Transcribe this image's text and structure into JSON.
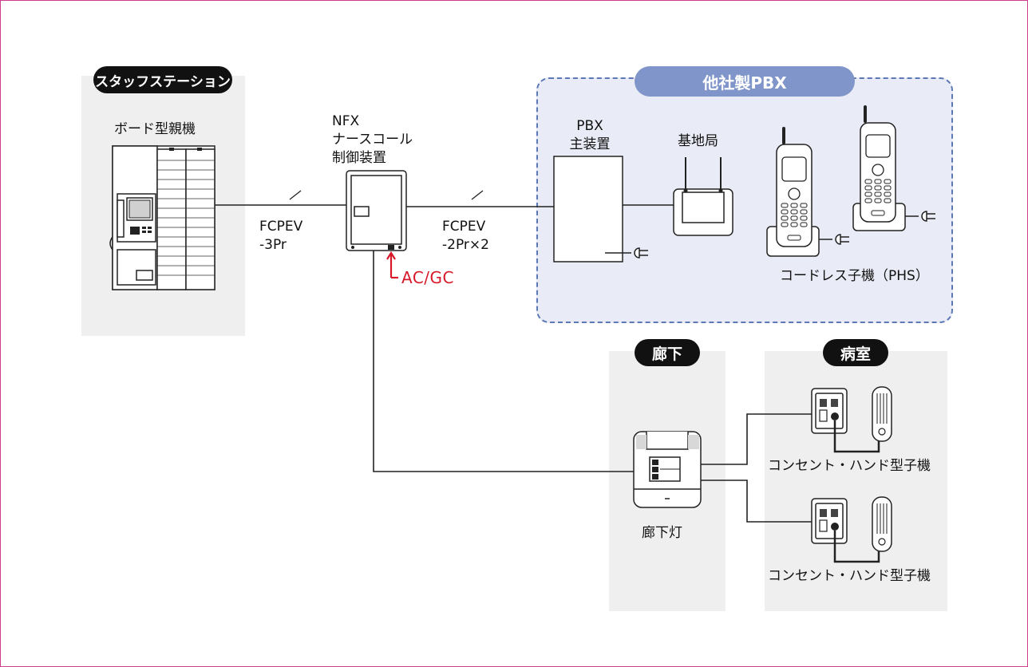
{
  "zones": {
    "staff_station": "スタッフステーション",
    "corridor": "廊下",
    "patient_room": "病室",
    "pbx_group": "他社製PBX"
  },
  "devices": {
    "board_master": "ボード型親機",
    "nfx_controller": [
      "NFX",
      "ナースコール",
      "制御装置"
    ],
    "pbx_main": [
      "PBX",
      "主装置"
    ],
    "base_station": "基地局",
    "cordless_handset": "コードレス子機（PHS）",
    "corridor_light": "廊下灯",
    "outlet_handset_1": "コンセント・ハンド型子機",
    "outlet_handset_2": "コンセント・ハンド型子機"
  },
  "cables": {
    "cable_1": [
      "FCPEV",
      "-3Pr"
    ],
    "cable_2": [
      "FCPEV",
      "-2Pr×2"
    ],
    "power": "AC/GC"
  },
  "colors": {
    "accent_red": "#d7192a",
    "pbx_fill": "#e9ecf6",
    "pbx_border": "#5c79b6",
    "pbx_pill": "#8095c9",
    "zone_gray": "#efefef",
    "frame_border": "#d23c8c"
  }
}
